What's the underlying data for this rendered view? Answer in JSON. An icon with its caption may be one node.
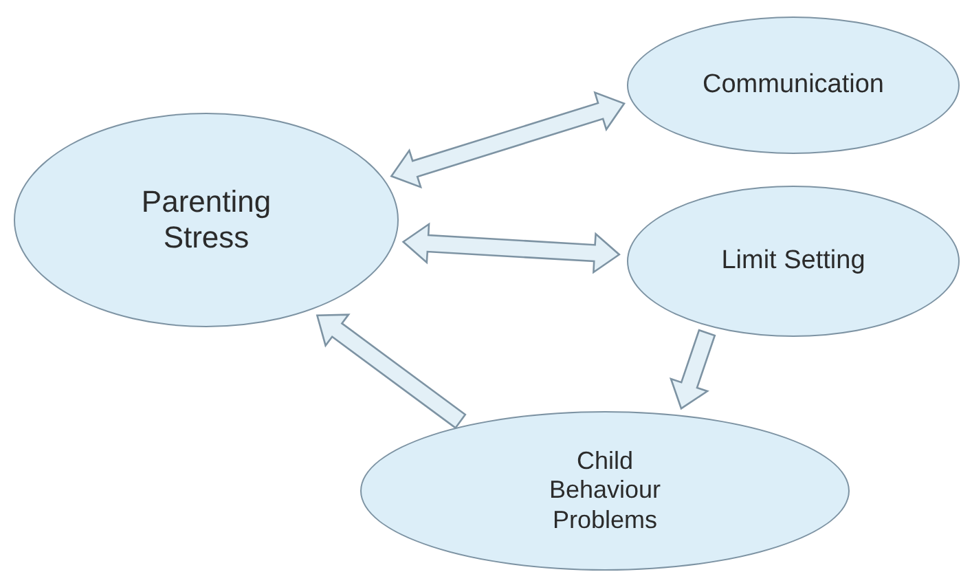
{
  "diagram": {
    "nodes": [
      {
        "text": [
          "Parenting Stress"
        ]
      },
      {
        "text": [
          "Communication"
        ]
      },
      {
        "text": [
          "Limit Setting"
        ]
      },
      {
        "text": [
          "Child Behaviour Problems"
        ]
      }
    ],
    "edges": [
      {
        "from": 0,
        "to": 1,
        "arrow": "both"
      },
      {
        "from": 0,
        "to": 2,
        "arrow": "both"
      },
      {
        "from": 2,
        "to": 3,
        "arrow": "to"
      },
      {
        "from": 3,
        "to": 0,
        "arrow": "to"
      }
    ]
  }
}
